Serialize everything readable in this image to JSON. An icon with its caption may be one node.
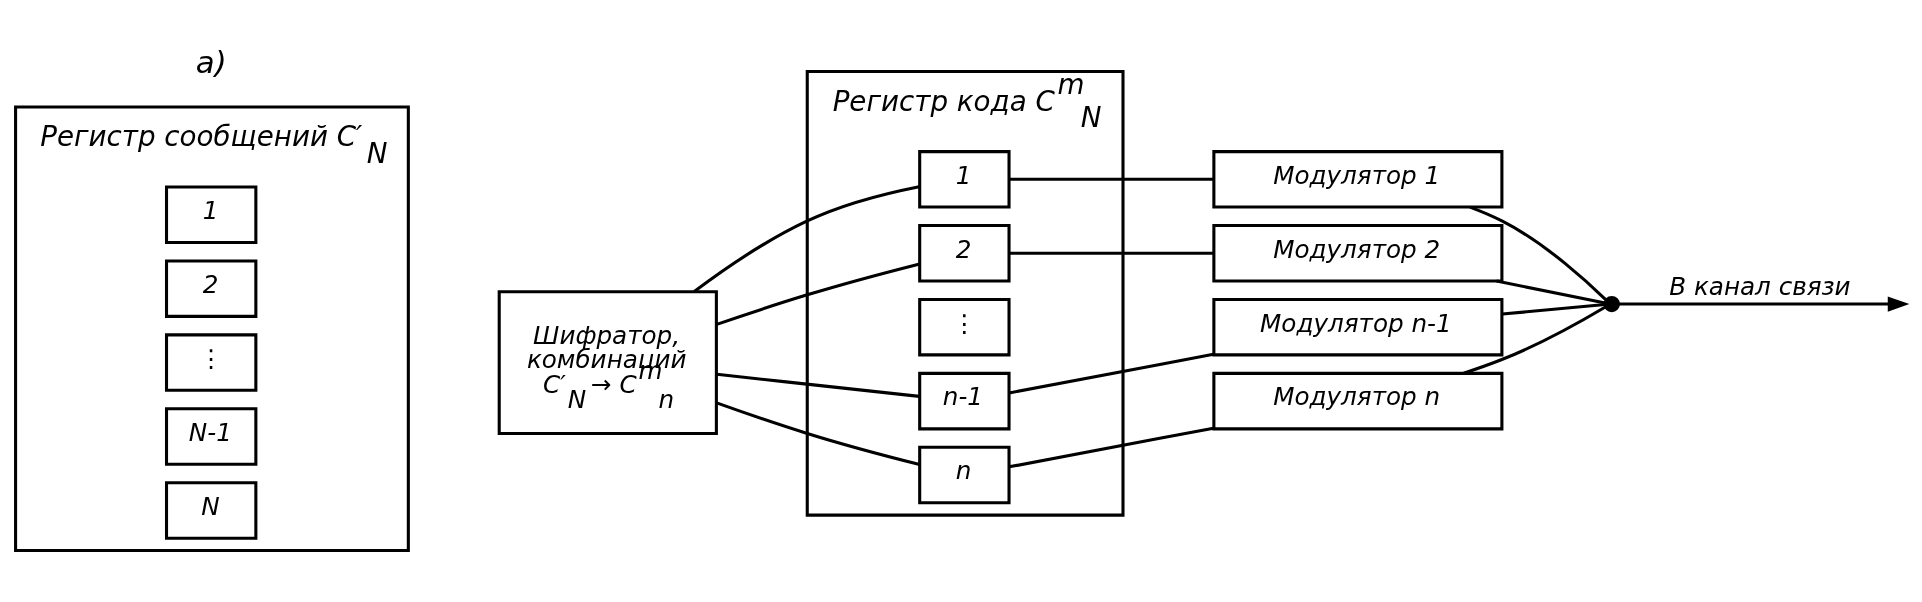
{
  "diagram": {
    "nodes": [
      {
        "text": [
          "Регистр сообщений C′$_{N}$"
        ]
      },
      {
        "text": [
          "1"
        ],
        "in": 0
      },
      {
        "text": [
          "2"
        ],
        "in": 0
      },
      {
        "text": [
          "⋮"
        ],
        "in": 0
      },
      {
        "text": [
          "N-1"
        ],
        "in": 0
      },
      {
        "text": [
          "N"
        ],
        "in": 0
      },
      {
        "text": [
          "Шифратор, комбинаций C′$_{N}$ → C$^{m}$$_{n}$"
        ]
      },
      {
        "text": [
          "Регистр кода C$^{m}$$_{N}$"
        ]
      },
      {
        "text": [
          "1"
        ],
        "in": 7
      },
      {
        "text": [
          "2"
        ],
        "in": 7
      },
      {
        "text": [
          "⋮"
        ],
        "in": 7
      },
      {
        "text": [
          "n-1"
        ],
        "in": 7
      },
      {
        "text": [
          "n"
        ],
        "in": 7
      },
      {
        "text": [
          "Модулятор 1"
        ]
      },
      {
        "text": [
          "Модулятор 2"
        ]
      },
      {
        "text": [
          "Модулятор n-1"
        ]
      },
      {
        "text": [
          "Модулятор n"
        ]
      },
      {
        "text": [],
        "shape": "circle"
      }
    ],
    "edges": [
      {
        "from": 6,
        "to": 8,
        "arrow": "none"
      },
      {
        "from": 6,
        "to": 9,
        "arrow": "none"
      },
      {
        "from": 6,
        "to": 11,
        "arrow": "none"
      },
      {
        "from": 6,
        "to": 12,
        "arrow": "none"
      },
      {
        "from": 8,
        "to": 13,
        "arrow": "none"
      },
      {
        "from": 9,
        "to": 14,
        "arrow": "none"
      },
      {
        "from": 11,
        "to": 15,
        "arrow": "none"
      },
      {
        "from": 12,
        "to": 16,
        "arrow": "none"
      },
      {
        "from": 13,
        "to": 17,
        "arrow": "none"
      },
      {
        "from": 14,
        "to": 17,
        "arrow": "none"
      },
      {
        "from": 15,
        "to": 17,
        "arrow": "none"
      },
      {
        "from": 16,
        "to": 17,
        "arrow": "none"
      },
      {
        "from": 17,
        "to": null,
        "arrow": "to",
        "label": "В канал связи"
      }
    ],
    "labels": [
      "a)"
    ]
  }
}
